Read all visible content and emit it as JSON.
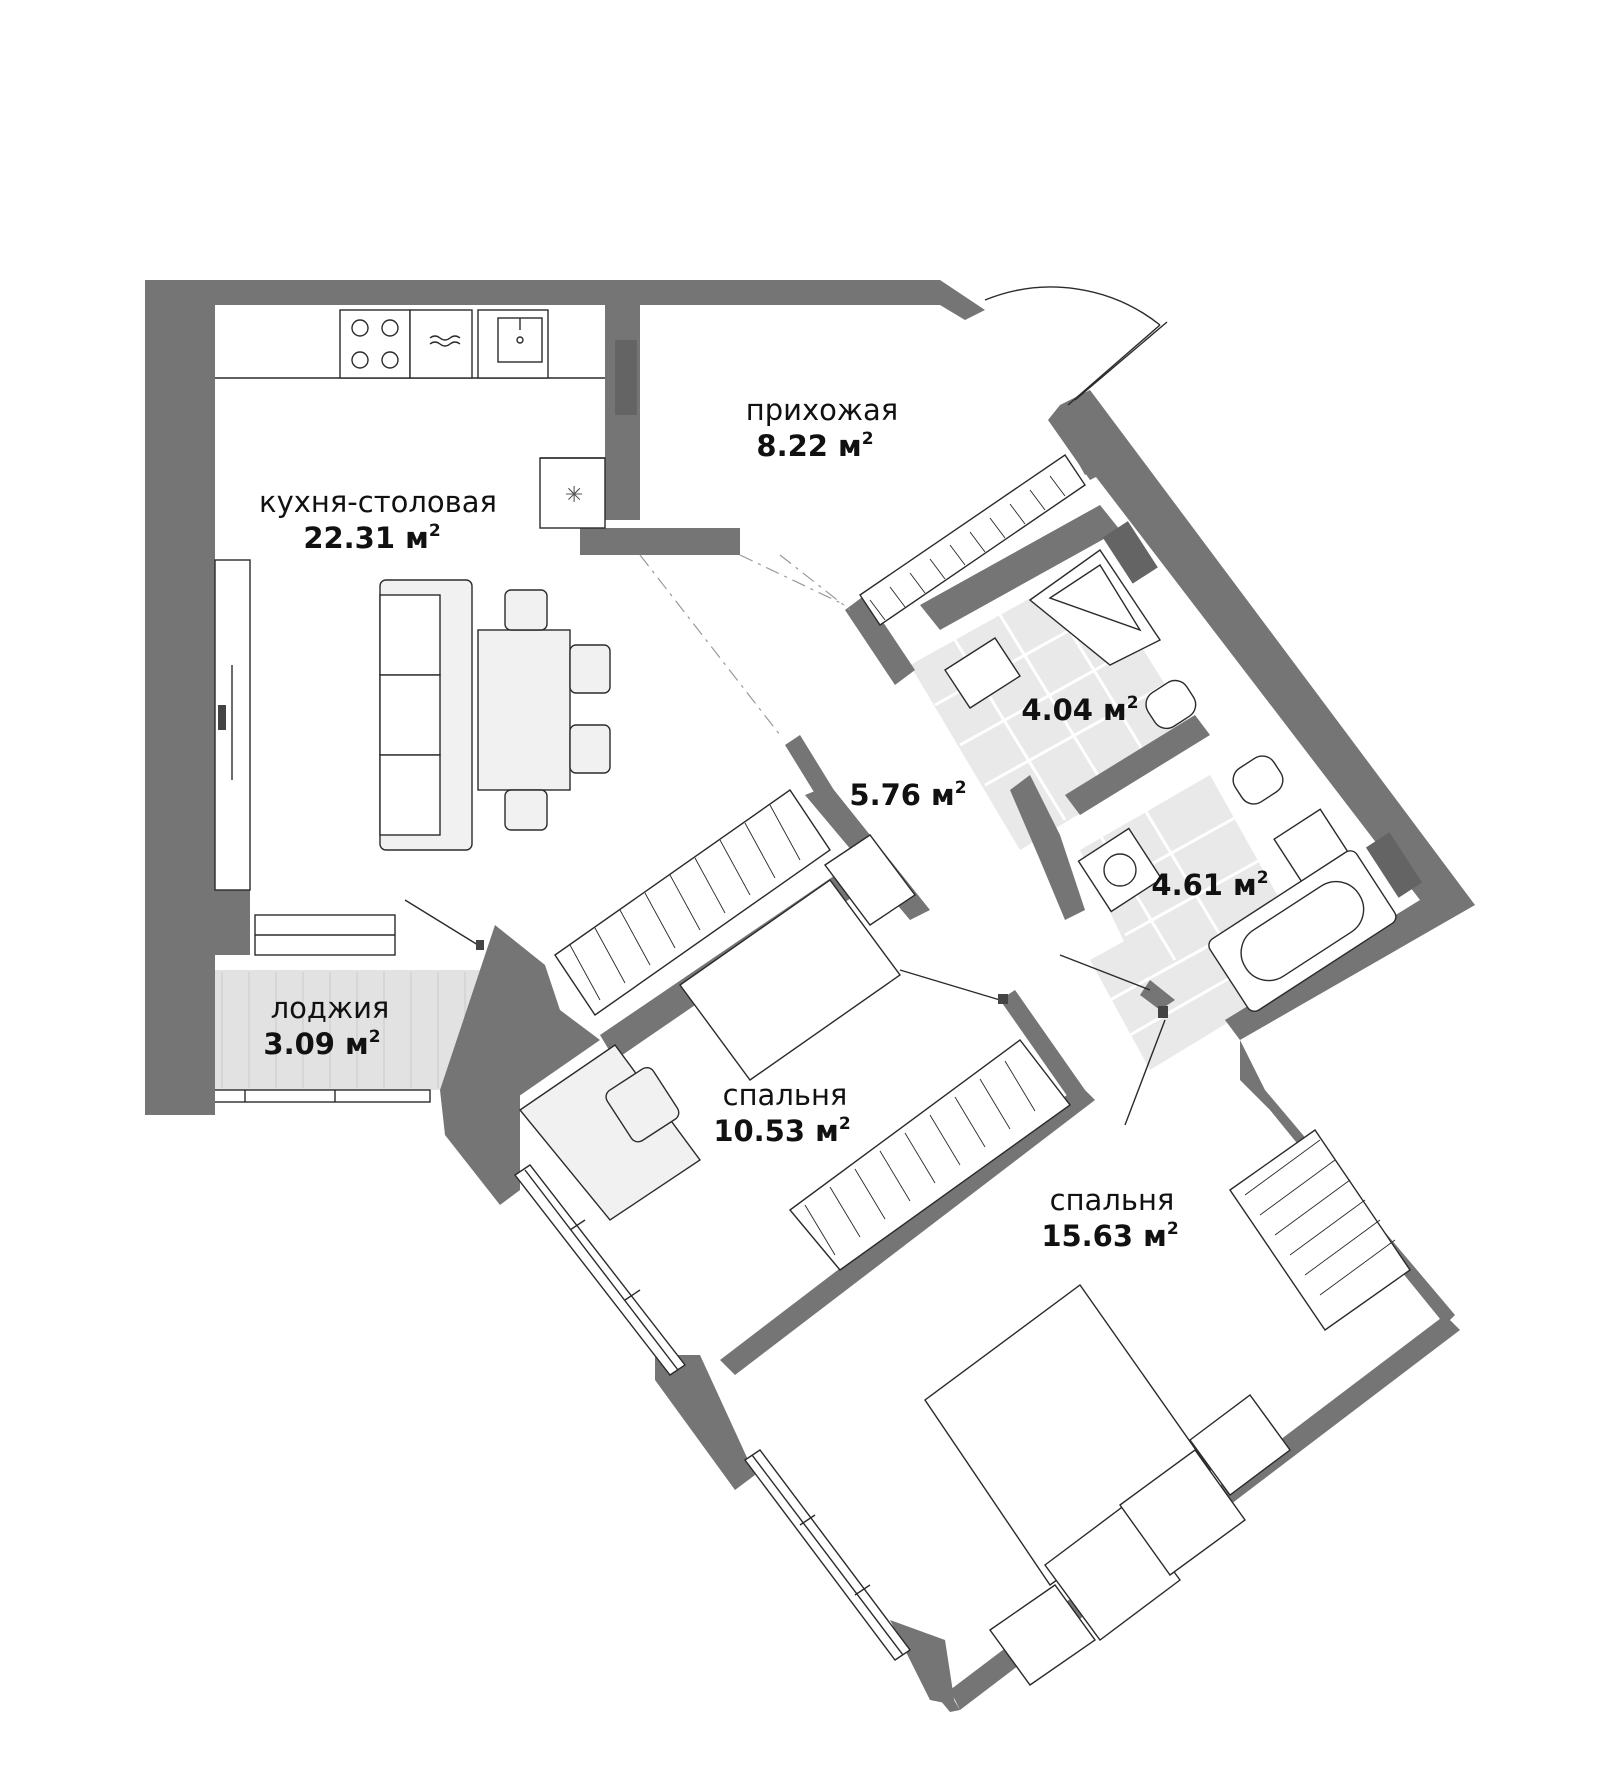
{
  "rooms": {
    "kitchen": {
      "name": "кухня-столовая",
      "area": "22.31 м",
      "unit_sup": "2"
    },
    "hall": {
      "name": "прихожая",
      "area": "8.22 м",
      "unit_sup": "2"
    },
    "bath1": {
      "name": "",
      "area": "4.04 м",
      "unit_sup": "2"
    },
    "bath2": {
      "name": "",
      "area": "4.61 м",
      "unit_sup": "2"
    },
    "corridor": {
      "name": "",
      "area": "5.76 м",
      "unit_sup": "2"
    },
    "loggia": {
      "name": "лоджия",
      "area": "3.09 м",
      "unit_sup": "2"
    },
    "bedroom1": {
      "name": "спальня",
      "area": "10.53 м",
      "unit_sup": "2"
    },
    "bedroom2": {
      "name": "спальня",
      "area": "15.63 м",
      "unit_sup": "2"
    }
  },
  "colors": {
    "wall": "#757575",
    "tile": "#e9e9e9",
    "loggia": "#e2e2e2",
    "furniture": "#f1f1f1",
    "line": "#2b2b2b"
  }
}
